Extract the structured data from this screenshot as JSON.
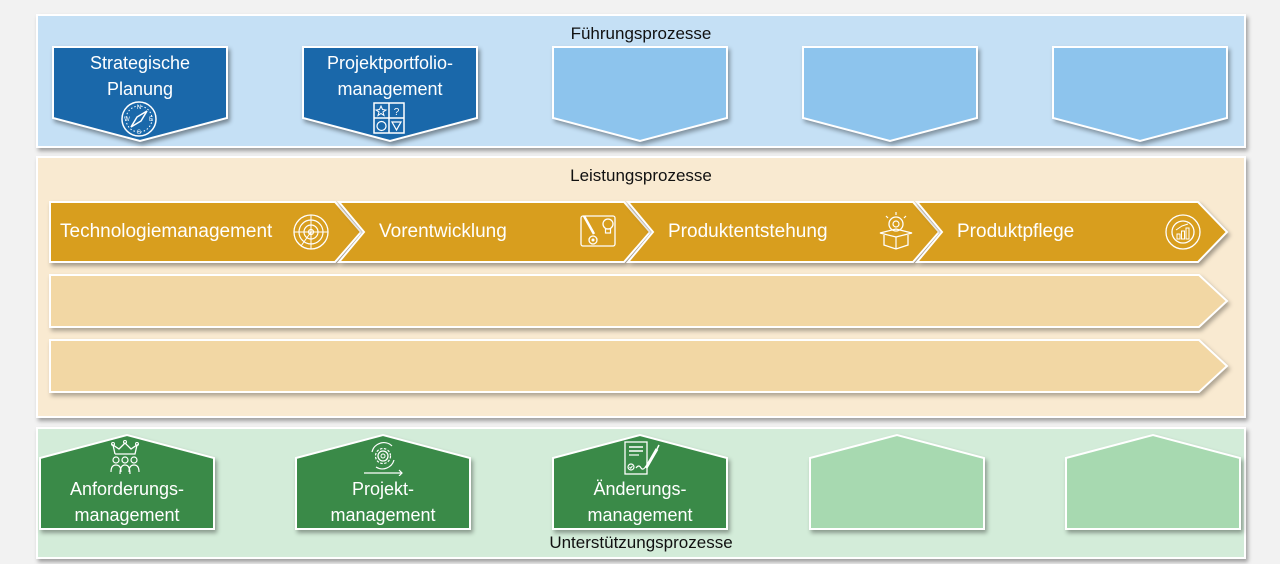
{
  "fuehrung": {
    "title": "Führungsprozesse",
    "colors": {
      "band": "#c5e0f5",
      "filled": "#1a68aa",
      "empty": "#8dc4ed"
    },
    "items": [
      {
        "label_line1": "Strategische",
        "label_line2": "Planung",
        "icon": "compass-icon"
      },
      {
        "label_line1": "Projektportfolio-",
        "label_line2": "management",
        "icon": "puzzle-icon"
      },
      {
        "label_line1": "",
        "label_line2": "",
        "icon": ""
      },
      {
        "label_line1": "",
        "label_line2": "",
        "icon": ""
      },
      {
        "label_line1": "",
        "label_line2": "",
        "icon": ""
      }
    ]
  },
  "leistung": {
    "title": "Leistungsprozesse",
    "colors": {
      "band": "#f9ead1",
      "chevron": "#d89e1e",
      "empty_row": "#f2d7a4"
    },
    "chevrons": [
      {
        "label": "Technologiemanagement",
        "icon": "radar-icon"
      },
      {
        "label": "Vorentwicklung",
        "icon": "blueprint-icon"
      },
      {
        "label": "Produktentstehung",
        "icon": "idea-box-icon"
      },
      {
        "label": "Produktpflege",
        "icon": "growth-cycle-icon"
      }
    ],
    "empty_rows": 2
  },
  "unterstuetzung": {
    "title": "Unterstützungsprozesse",
    "colors": {
      "band": "#d3ecd9",
      "filled": "#3a8a48",
      "empty": "#a7d9b0"
    },
    "items": [
      {
        "label_line1": "Anforderungs-",
        "label_line2": "management",
        "icon": "crown-team-icon"
      },
      {
        "label_line1": "Projekt-",
        "label_line2": "management",
        "icon": "gear-cycle-icon"
      },
      {
        "label_line1": "Änderungs-",
        "label_line2": "management",
        "icon": "signed-document-icon"
      },
      {
        "label_line1": "",
        "label_line2": "",
        "icon": ""
      },
      {
        "label_line1": "",
        "label_line2": "",
        "icon": ""
      }
    ]
  }
}
